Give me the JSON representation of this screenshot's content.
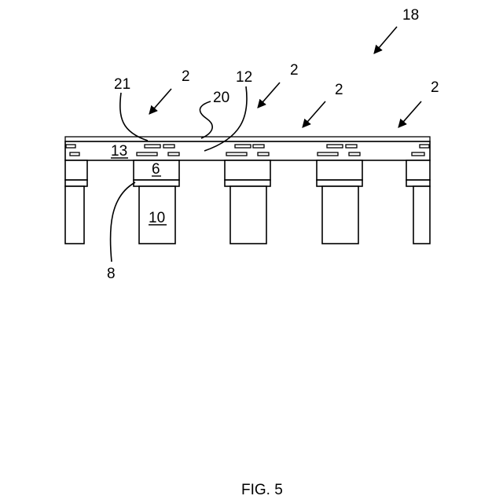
{
  "figure": {
    "caption": "FIG. 5",
    "labels": {
      "assembly": "18",
      "unit_a": "2",
      "unit_b": "2",
      "unit_c": "2",
      "unit_d": "2",
      "ref_21": "21",
      "ref_20": "20",
      "ref_12": "12",
      "ref_13": "13",
      "ref_6": "6",
      "ref_10": "10",
      "ref_8": "8"
    }
  }
}
